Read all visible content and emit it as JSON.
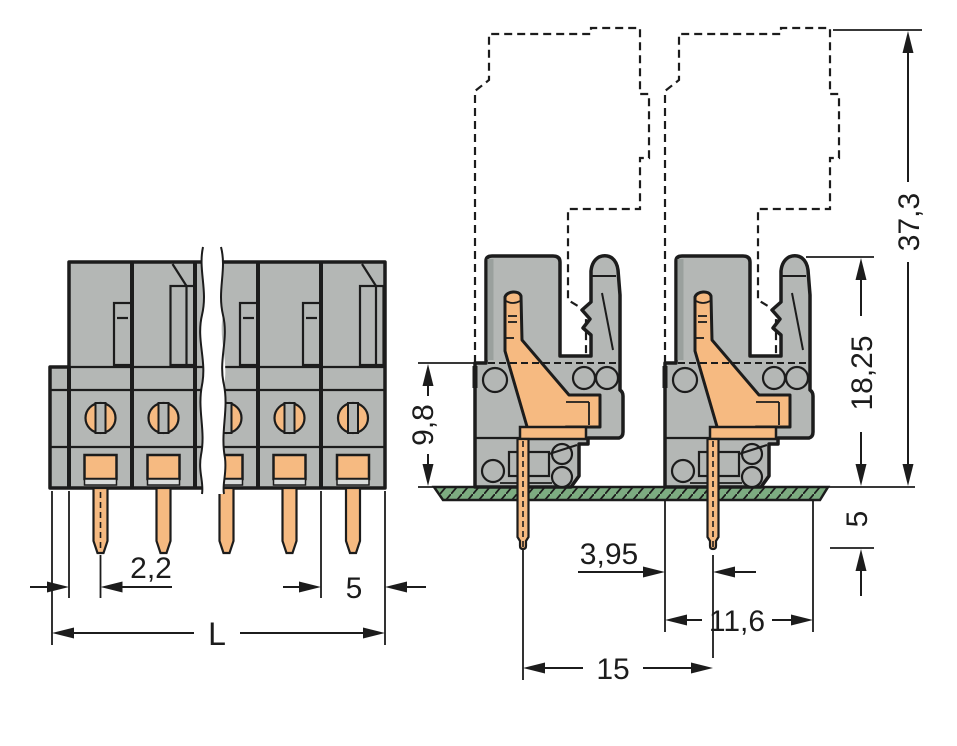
{
  "drawing": {
    "front_view": {
      "dim_pin_inset": "2,2",
      "dim_pitch": "5",
      "dim_total_length": "L"
    },
    "side_view": {
      "dim_clamp_height": "9,8",
      "dim_housing_height": "18,25",
      "dim_total_height": "37,3",
      "dim_pin_below_board": "5",
      "dim_edge_to_pin": "3,95",
      "dim_housing_depth": "11,6",
      "dim_row_spacing": "15"
    },
    "colors": {
      "housing_gray": "#b4b7b5",
      "housing_shade": "#9aa09d",
      "contact_orange": "#f6ba81",
      "board_green": "#7dac81",
      "line_black": "#1c1c1c",
      "background": "#ffffff"
    }
  }
}
